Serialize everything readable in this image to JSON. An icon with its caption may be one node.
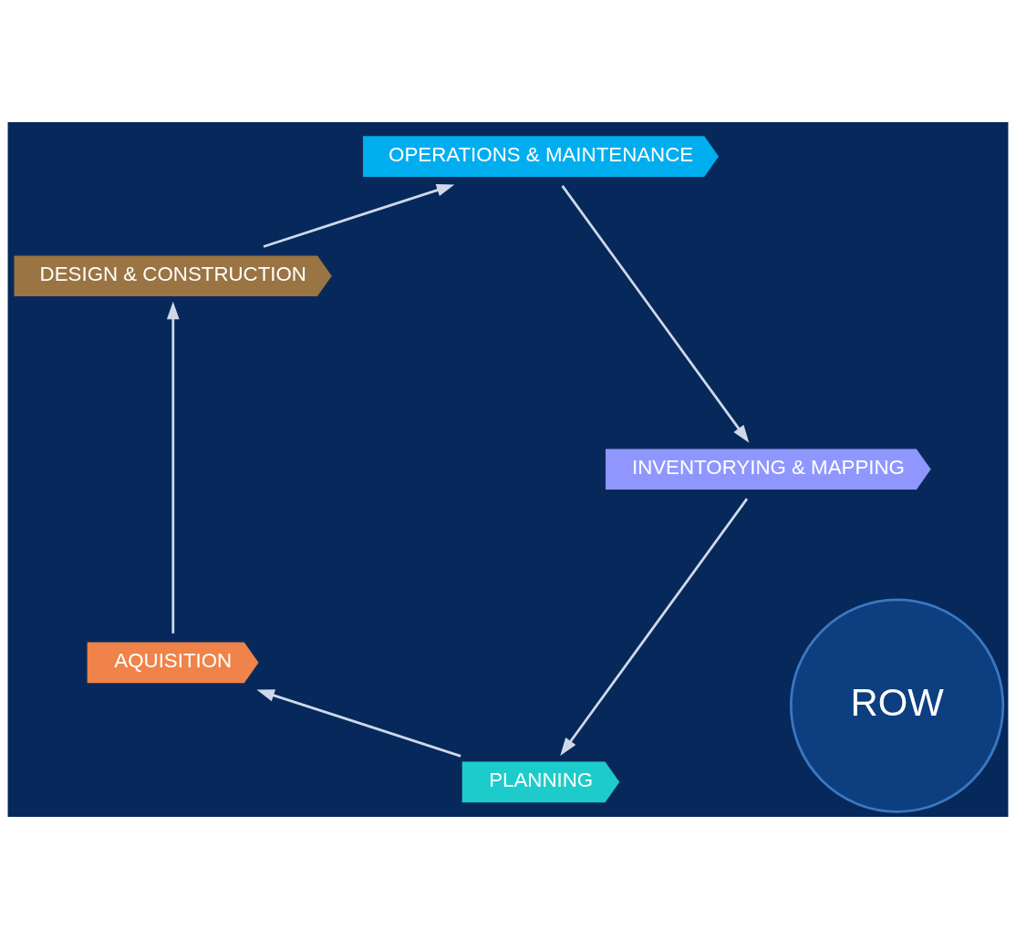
{
  "diagram": {
    "nodes": [
      {
        "text": [
          "ROW"
        ]
      },
      {
        "text": [
          "PLANNING"
        ]
      },
      {
        "text": [
          "AQUISITION"
        ]
      },
      {
        "text": [
          "DESIGN & CONSTRUCTION"
        ]
      },
      {
        "text": [
          "OPERATIONS & MAINTENANCE"
        ]
      },
      {
        "text": [
          "INVENTORYING & MAPPING"
        ]
      }
    ],
    "edges": [
      {
        "from": 1,
        "to": 2,
        "arrow": "to"
      },
      {
        "from": 2,
        "to": 3,
        "arrow": "to"
      },
      {
        "from": 3,
        "to": 4,
        "arrow": "to"
      },
      {
        "from": 4,
        "to": 5,
        "arrow": "to"
      },
      {
        "from": 5,
        "to": 1,
        "arrow": "to"
      }
    ]
  }
}
